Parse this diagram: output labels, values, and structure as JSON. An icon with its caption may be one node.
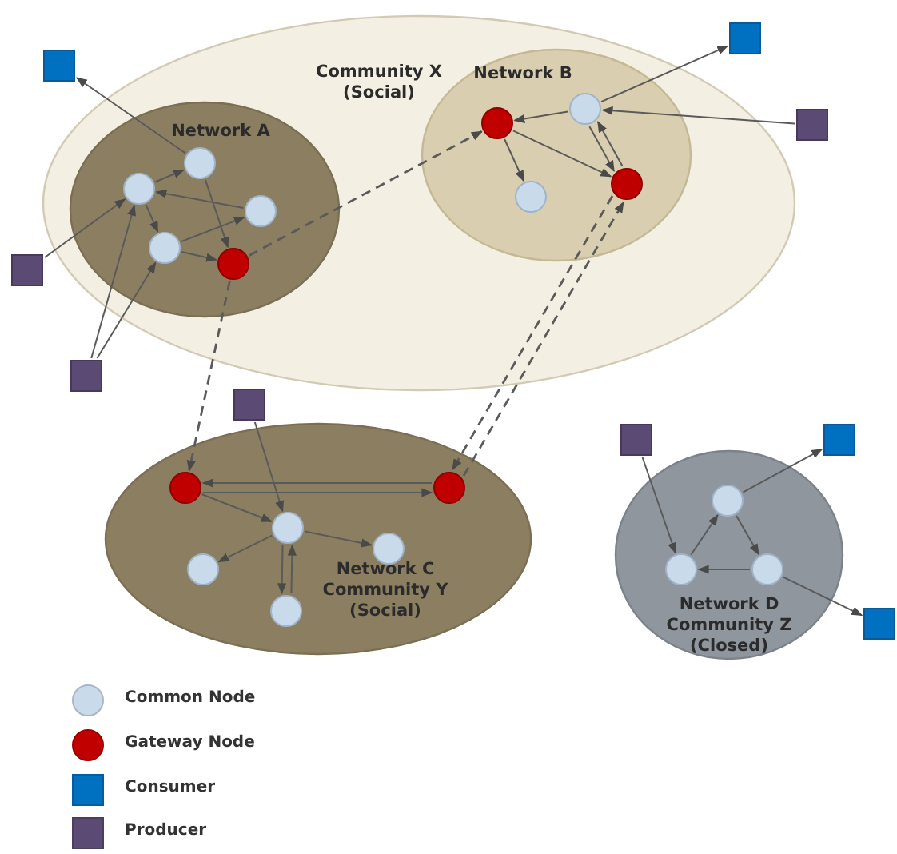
{
  "diagram": {
    "nodes": [
      {
        "text": [
          "Community X (Social)"
        ]
      },
      {
        "text": [
          "Network A"
        ],
        "in": 0
      },
      {
        "text": [
          "Network B"
        ],
        "in": 0
      },
      {
        "text": [],
        "shape": "circle",
        "in": 1
      },
      {
        "text": [],
        "shape": "circle",
        "in": 1
      },
      {
        "text": [],
        "shape": "circle",
        "in": 1
      },
      {
        "text": [],
        "shape": "circle",
        "in": 1
      },
      {
        "text": [],
        "shape": "circle",
        "in": 1
      },
      {
        "text": [],
        "shape": "box"
      },
      {
        "text": [],
        "shape": "box"
      },
      {
        "text": [],
        "shape": "box"
      },
      {
        "text": [],
        "shape": "circle",
        "in": 2
      },
      {
        "text": [],
        "shape": "circle",
        "in": 2
      },
      {
        "text": [],
        "shape": "circle",
        "in": 2
      },
      {
        "text": [],
        "shape": "circle",
        "in": 2
      },
      {
        "text": [],
        "shape": "box"
      },
      {
        "text": [],
        "shape": "box"
      },
      {
        "text": [
          "Network C Community Y (Social)"
        ]
      },
      {
        "text": [],
        "shape": "box"
      },
      {
        "text": [],
        "shape": "circle",
        "in": 17
      },
      {
        "text": [],
        "shape": "circle",
        "in": 17
      },
      {
        "text": [],
        "shape": "circle",
        "in": 17
      },
      {
        "text": [],
        "shape": "circle",
        "in": 17
      },
      {
        "text": [],
        "shape": "circle",
        "in": 17
      },
      {
        "text": [],
        "shape": "circle",
        "in": 17
      },
      {
        "text": [
          "Network D Community Z (Closed)"
        ]
      },
      {
        "text": [],
        "shape": "box"
      },
      {
        "text": [],
        "shape": "box"
      },
      {
        "text": [],
        "shape": "circle",
        "in": 25
      },
      {
        "text": [],
        "shape": "circle",
        "in": 25
      },
      {
        "text": [],
        "shape": "circle",
        "in": 25
      },
      {
        "text": [],
        "shape": "box"
      }
    ],
    "edges": [
      {
        "from": 3,
        "to": 8,
        "arrow": "to"
      },
      {
        "from": 4,
        "to": 3,
        "arrow": "to"
      },
      {
        "from": 3,
        "to": 7,
        "arrow": "to"
      },
      {
        "from": 5,
        "to": 4,
        "arrow": "to"
      },
      {
        "from": 4,
        "to": 6,
        "arrow": "to"
      },
      {
        "from": 6,
        "to": 5,
        "arrow": "to"
      },
      {
        "from": 6,
        "to": 7,
        "arrow": "to"
      },
      {
        "from": 9,
        "to": 4,
        "arrow": "to"
      },
      {
        "from": 10,
        "to": 4,
        "arrow": "to"
      },
      {
        "from": 10,
        "to": 6,
        "arrow": "to"
      },
      {
        "from": 7,
        "to": 11,
        "arrow": "to",
        "style": "dashed"
      },
      {
        "from": 7,
        "to": 19,
        "arrow": "to",
        "style": "dashed"
      },
      {
        "from": 12,
        "to": 11,
        "arrow": "to"
      },
      {
        "from": 12,
        "to": 15,
        "arrow": "to"
      },
      {
        "from": 16,
        "to": 12,
        "arrow": "to"
      },
      {
        "from": 11,
        "to": 13,
        "arrow": "to"
      },
      {
        "from": 11,
        "to": 14,
        "arrow": "to"
      },
      {
        "from": 12,
        "to": 14,
        "arrow": "to"
      },
      {
        "from": 14,
        "to": 12,
        "arrow": "to"
      },
      {
        "from": 14,
        "to": 20,
        "arrow": "to",
        "style": "dashed"
      },
      {
        "from": 20,
        "to": 14,
        "arrow": "to",
        "style": "dashed"
      },
      {
        "from": 20,
        "to": 19,
        "arrow": "to"
      },
      {
        "from": 19,
        "to": 20,
        "arrow": "to"
      },
      {
        "from": 19,
        "to": 21,
        "arrow": "to"
      },
      {
        "from": 18,
        "to": 21,
        "arrow": "to"
      },
      {
        "from": 21,
        "to": 22,
        "arrow": "to"
      },
      {
        "from": 21,
        "to": 23,
        "arrow": "to"
      },
      {
        "from": 21,
        "to": 24,
        "arrow": "to"
      },
      {
        "from": 24,
        "to": 21,
        "arrow": "to"
      },
      {
        "from": 26,
        "to": 29,
        "arrow": "to"
      },
      {
        "from": 29,
        "to": 28,
        "arrow": "to"
      },
      {
        "from": 28,
        "to": 30,
        "arrow": "to"
      },
      {
        "from": 30,
        "to": 29,
        "arrow": "to"
      },
      {
        "from": 28,
        "to": 27,
        "arrow": "to"
      },
      {
        "from": 30,
        "to": 31,
        "arrow": "to"
      }
    ],
    "legend": [
      {
        "text": "Common Node",
        "color": "#c9dbea"
      },
      {
        "text": "Gateway Node",
        "color": "#c00000"
      },
      {
        "text": "Consumer",
        "color": "#0070c0"
      },
      {
        "text": "Producer",
        "color": "#5b4a74"
      }
    ]
  }
}
